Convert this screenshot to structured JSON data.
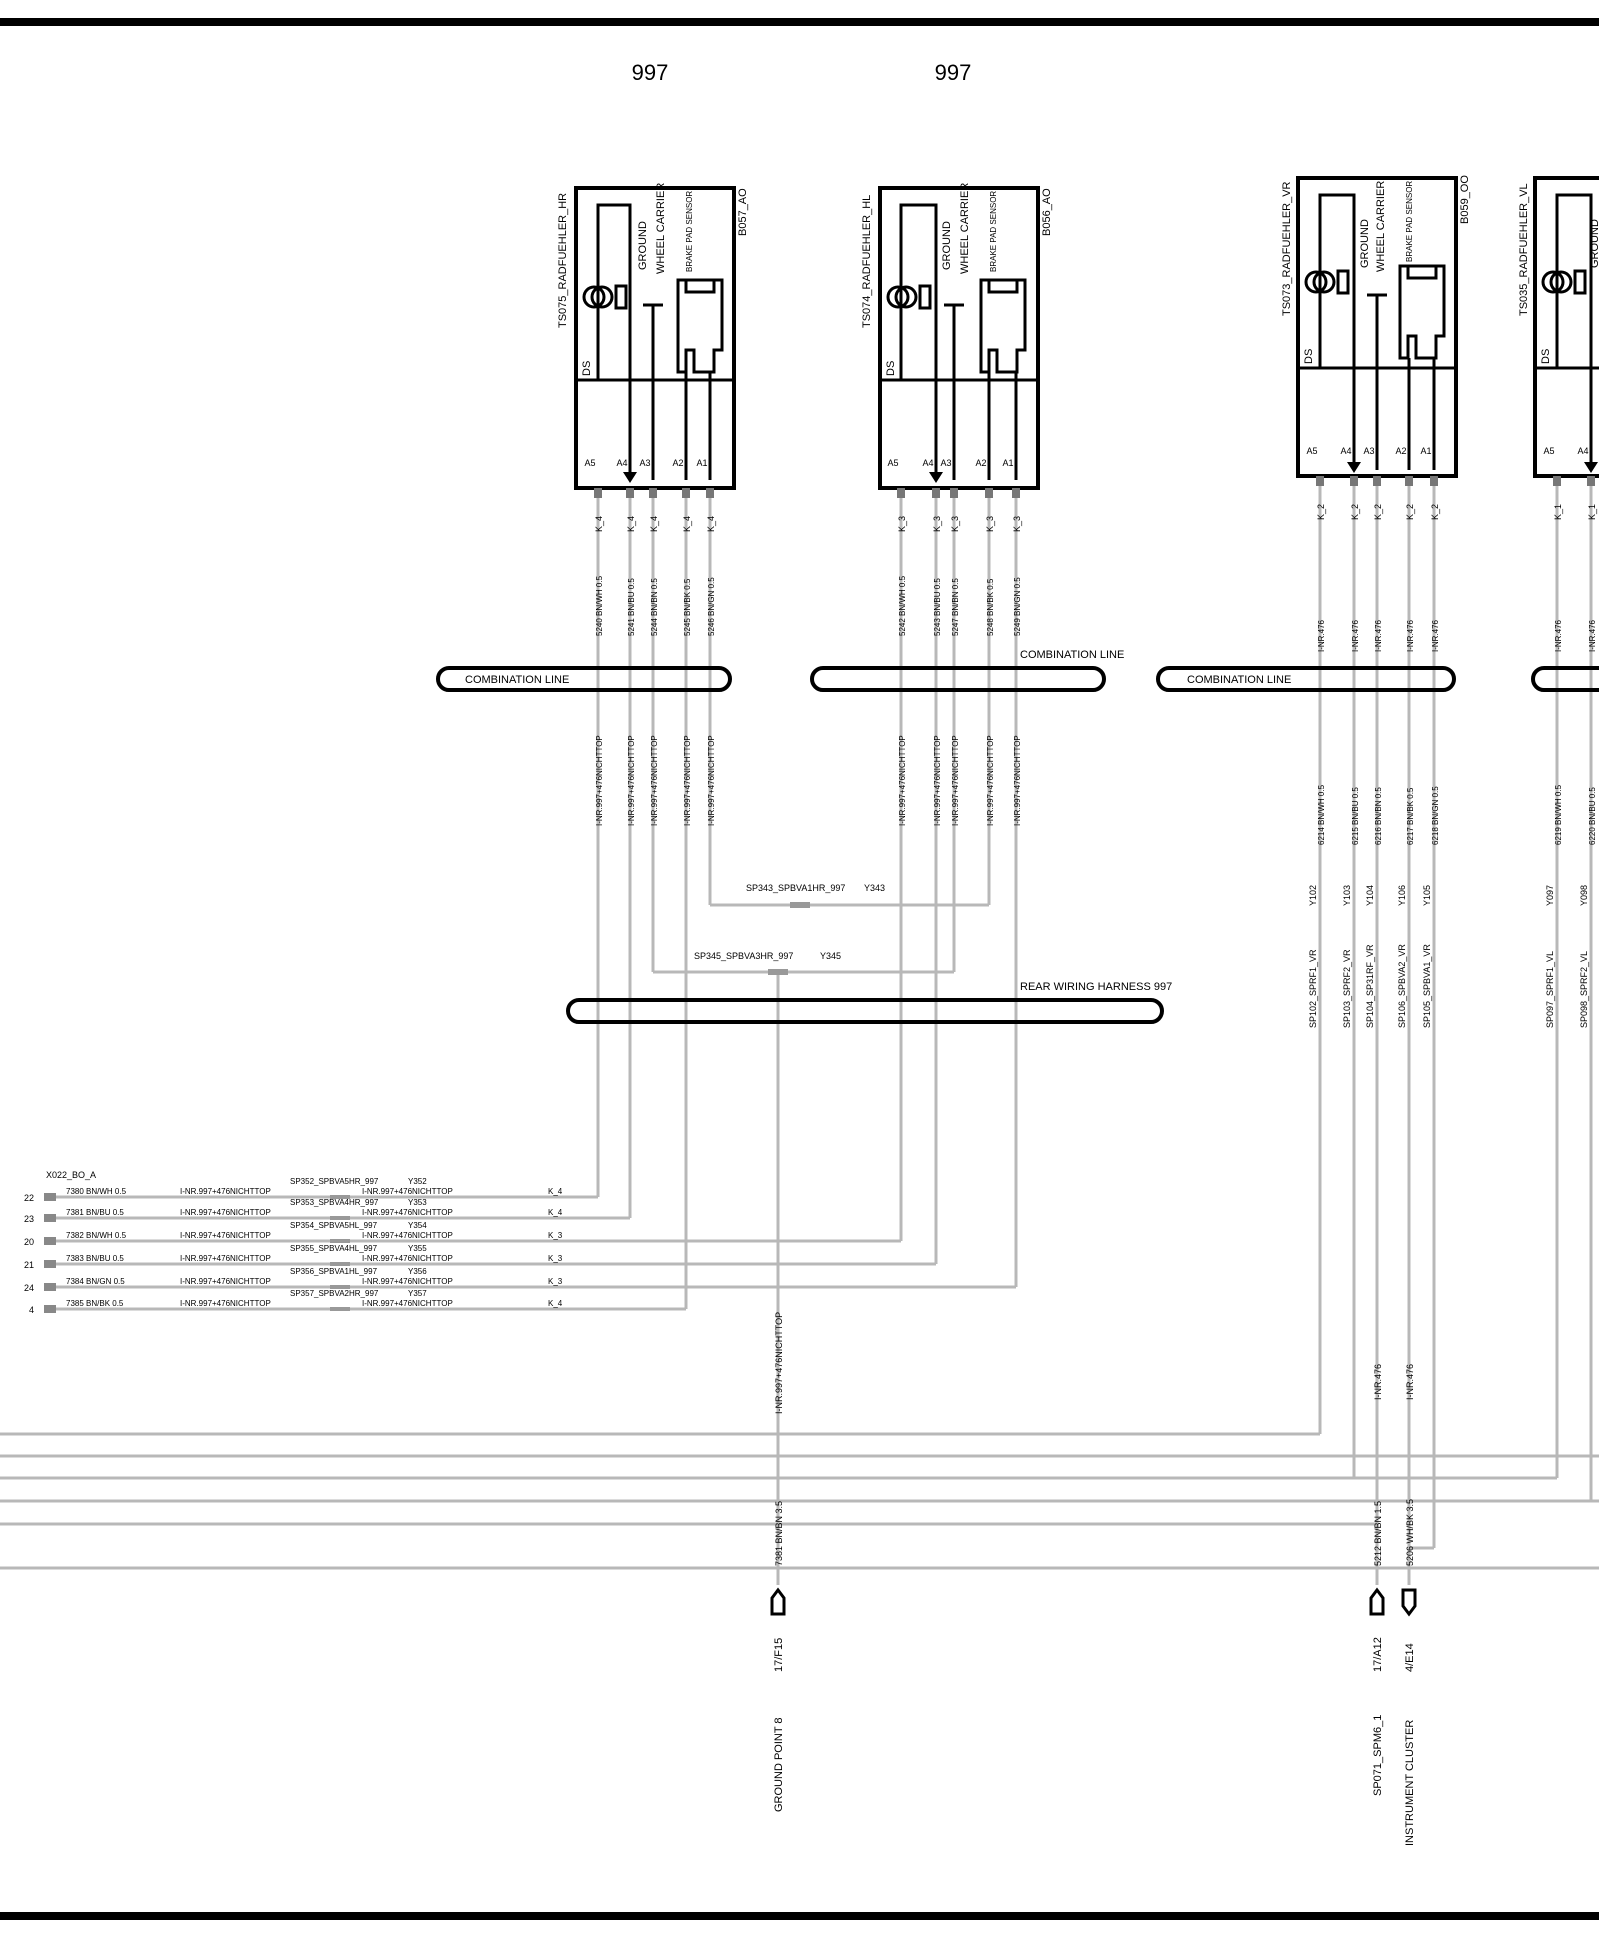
{
  "header": {
    "model_left": "997",
    "model_right": "997"
  },
  "components": [
    {
      "ref": "B057_AO",
      "label": "TS075_RADFUEHLER_HR",
      "ground": "GROUND",
      "carrier": "WHEEL CARRIER",
      "sensor": "BRAKE PAD SENSOR",
      "ds": "DS",
      "pins": [
        "A5",
        "A4",
        "A3",
        "A2",
        "A1"
      ],
      "connectors": [
        "K_4",
        "K_4",
        "K_4",
        "K_4",
        "K_4"
      ],
      "wires": [
        "5240 BN/WH 0.5",
        "5241 BN/BU 0.5",
        "5244 BN/BN 0.5",
        "5245 BN/BK 0.5",
        "5246 BN/GN 0.5"
      ],
      "branch": [
        "I-NR.997+476NICHTTOP",
        "I-NR.997+476NICHTTOP",
        "I-NR.997+476NICHTTOP",
        "I-NR.997+476NICHTTOP",
        "I-NR.997+476NICHTTOP"
      ]
    },
    {
      "ref": "B056_AO",
      "label": "TS074_RADFUEHLER_HL",
      "ground": "GROUND",
      "carrier": "WHEEL CARRIER",
      "sensor": "BRAKE PAD SENSOR",
      "ds": "DS",
      "pins": [
        "A5",
        "A4",
        "A3",
        "A2",
        "A1"
      ],
      "connectors": [
        "K_3",
        "K_3",
        "K_3",
        "K_3",
        "K_3"
      ],
      "wires": [
        "5242 BN/WH 0.5",
        "5243 BN/BU 0.5",
        "5247 BN/BN 0.5",
        "5248 BN/BK 0.5",
        "5249 BN/GN 0.5"
      ],
      "branch": [
        "I-NR.997+476NICHTTOP",
        "I-NR.997+476NICHTTOP",
        "I-NR.997+476NICHTTOP",
        "I-NR.997+476NICHTTOP",
        "I-NR.997+476NICHTTOP"
      ]
    },
    {
      "ref": "B059_OO",
      "label": "TS073_RADFUEHLER_VR",
      "ground": "GROUND",
      "carrier": "WHEEL CARRIER",
      "sensor": "BRAKE PAD SENSOR",
      "ds": "DS",
      "pins": [
        "A5",
        "A4",
        "A3",
        "A2",
        "A1"
      ],
      "connectors": [
        "K_2",
        "K_2",
        "K_2",
        "K_2",
        "K_2"
      ],
      "wires": [
        "I-NR.476",
        "I-NR.476",
        "I-NR.476",
        "I-NR.476",
        "I-NR.476"
      ],
      "branch": [
        "6214 BN/WH 0.5",
        "6215 BN/BU 0.5",
        "6216 BN/BN 0.5",
        "6217 BN/BK 0.5",
        "6218 BN/GN 0.5"
      ],
      "splices": [
        "Y102",
        "Y103",
        "Y104",
        "Y106",
        "Y105"
      ],
      "splice_names": [
        "SP102_SPRF1_VR",
        "SP103_SPRF2_VR",
        "SP104_SP31RF_VR",
        "SP106_SPBVA2_VR",
        "SP105_SPBVA1_VR"
      ]
    },
    {
      "ref": "",
      "label": "TS035_RADFUEHLER_VL",
      "ground": "GROUND",
      "ds": "DS",
      "pins": [
        "A5",
        "A4"
      ],
      "connectors": [
        "K_1",
        "K_1"
      ],
      "wires": [
        "I-NR.476",
        "I-NR.476"
      ],
      "branch": [
        "6219 BN/WH 0.5",
        "6220 BN/BU 0.5"
      ],
      "splices": [
        "Y097",
        "Y098"
      ],
      "splice_names": [
        "SP097_SPRF1_VL",
        "SP098_SPRF2_VL"
      ]
    }
  ],
  "harnesses": {
    "combination_line_1": "COMBINATION LINE",
    "combination_line_2": "COMBINATION LINE",
    "combination_line_3": "COMBINATION LINE",
    "rear_wiring": "REAR WIRING HARNESS 997"
  },
  "splices_rear": {
    "sp343": "SP343_SPBVA1HR_997",
    "sp343_y": "Y343",
    "sp345": "SP345_SPBVA3HR_997",
    "sp345_y": "Y345"
  },
  "connector_x022": {
    "name": "X022_BO_A",
    "rows": [
      {
        "pin": "22",
        "wire": "7380 BN/WH 0.5",
        "inr": "I-NR.997+476NICHTTOP",
        "splice": "SP352_SPBVA5HR_997",
        "y": "Y352",
        "inr2": "I-NR.997+476NICHTTOP",
        "k": "K_4"
      },
      {
        "pin": "23",
        "wire": "7381 BN/BU 0.5",
        "inr": "I-NR.997+476NICHTTOP",
        "splice": "SP353_SPBVA4HR_997",
        "y": "Y353",
        "inr2": "I-NR.997+476NICHTTOP",
        "k": "K_4"
      },
      {
        "pin": "20",
        "wire": "7382 BN/WH 0.5",
        "inr": "I-NR.997+476NICHTTOP",
        "splice": "SP354_SPBVA5HL_997",
        "y": "Y354",
        "inr2": "I-NR.997+476NICHTTOP",
        "k": "K_3"
      },
      {
        "pin": "21",
        "wire": "7383 BN/BU 0.5",
        "inr": "I-NR.997+476NICHTTOP",
        "splice": "SP355_SPBVA4HL_997",
        "y": "Y355",
        "inr2": "I-NR.997+476NICHTTOP",
        "k": "K_3"
      },
      {
        "pin": "24",
        "wire": "7384 BN/GN 0.5",
        "inr": "I-NR.997+476NICHTTOP",
        "splice": "SP356_SPBVA1HL_997",
        "y": "Y356",
        "inr2": "I-NR.997+476NICHTTOP",
        "k": "K_3"
      },
      {
        "pin": "4",
        "wire": "7385 BN/BK 0.5",
        "inr": "I-NR.997+476NICHTTOP",
        "splice": "SP357_SPBVA2HR_997",
        "y": "Y357",
        "inr2": "I-NR.997+476NICHTTOP",
        "k": "K_4"
      }
    ]
  },
  "lower": {
    "ground_inr": "I-NR.997+476NICHTTOP",
    "ground_wire": "7381 BN/BN 3.5",
    "ground_ref": "17/F15",
    "ground_label": "GROUND POINT 8",
    "vr_inr_a": "I-NR.476",
    "vr_inr_b": "I-NR.476",
    "sp071_wire": "5212 BN/BN 1.5",
    "sp071_ref": "17/A12",
    "sp071_label": "SP071_SPM6_1",
    "ic_wire": "5206 WH/BK 3.5",
    "ic_ref": "4/E14",
    "ic_label": "INSTRUMENT CLUSTER"
  }
}
